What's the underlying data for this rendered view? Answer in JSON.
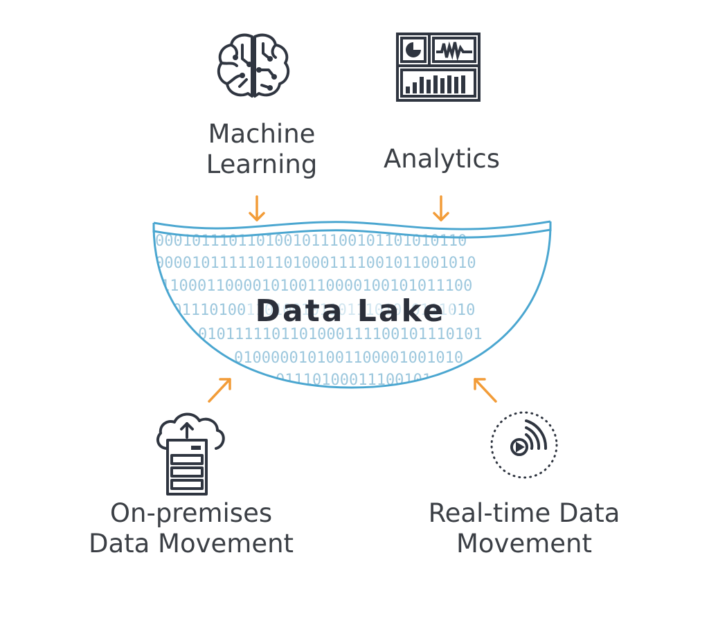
{
  "lake": {
    "title": "Data Lake",
    "binary_rows": [
      "0001011101101001011100101101010110",
      "00001011111011010001111001011001010",
      "1100011000010100110000100101011100",
      "1011101001101001011011101010111010",
      "0101111101101000111100101110101",
      "0100000101001100001001010",
      "01110100011100101"
    ]
  },
  "nodes": {
    "machine_learning": {
      "line1": "Machine",
      "line2": "Learning",
      "icon": "brain-circuit-icon"
    },
    "analytics": {
      "line1": "Analytics",
      "icon": "dashboard-icon"
    },
    "on_premises": {
      "line1": "On-premises",
      "line2": "Data Movement",
      "icon": "cloud-upload-server-icon"
    },
    "real_time": {
      "line1": "Real-time Data",
      "line2": "Movement",
      "icon": "stream-broadcast-icon"
    }
  },
  "colors": {
    "lake_stroke": "#4aa6d0",
    "binary_text": "#9cc7dd",
    "arrow": "#f29c38",
    "icon": "#2f3540",
    "label": "#3b3f45"
  }
}
